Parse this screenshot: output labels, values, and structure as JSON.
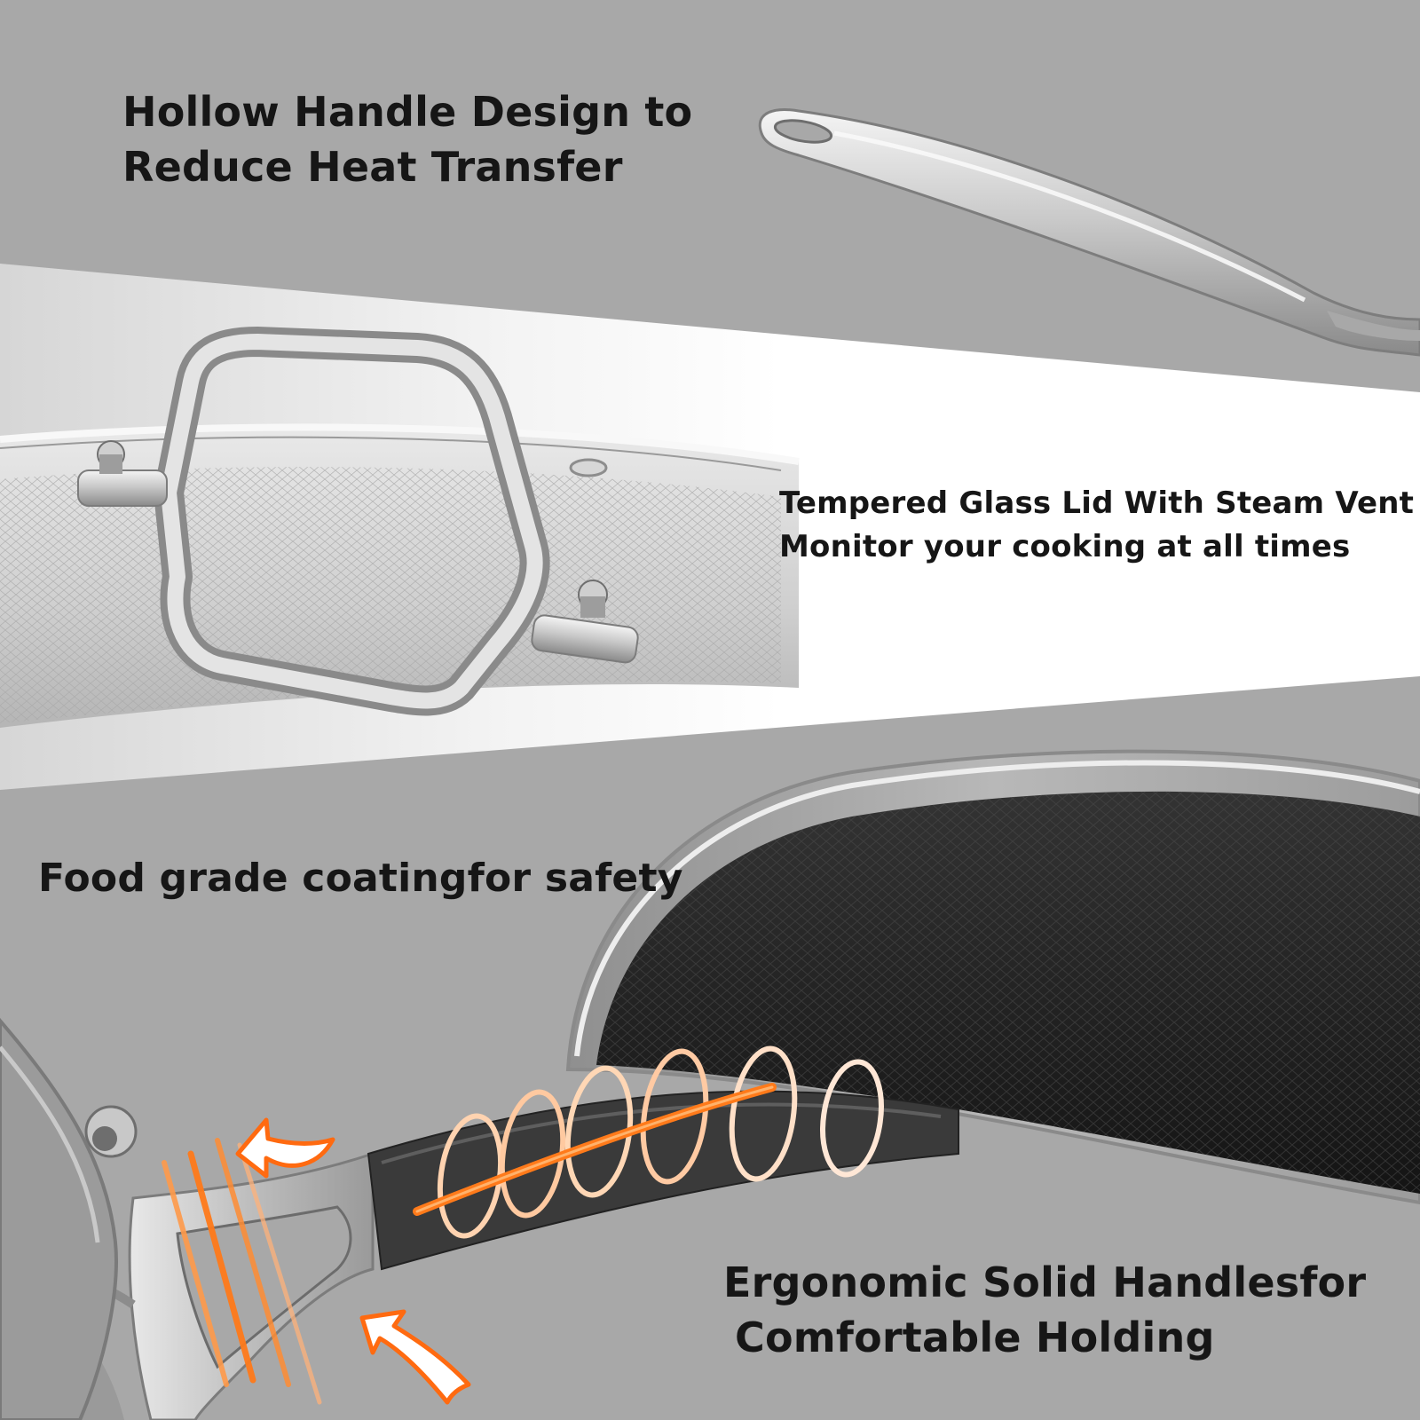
{
  "colors": {
    "background": "#a8a8a8",
    "text": "#161616",
    "steel_light": "#e6e6e6",
    "steel_dark": "#7a7a7a",
    "coating": "#262626",
    "heat_orange": "#ff7a1a"
  },
  "captions": {
    "hollow_handle": {
      "line1": "Hollow Handle Design to",
      "line2": "Reduce Heat Transfer"
    },
    "glass_lid": {
      "line1": "Tempered Glass Lid With Steam Vent",
      "line2": "Monitor your cooking at all times"
    },
    "coating": {
      "line1": "Food grade coatingfor safety"
    },
    "ergonomic": {
      "line1": "Ergonomic Solid Handlesfor",
      "line2": "Comfortable Holding"
    }
  },
  "icons": {
    "hollow_handle": "hollow-handle-icon",
    "lid_handle": "lid-handle-icon",
    "pan": "pan-icon",
    "heat_arrows": "heat-arrow-icon",
    "heat_rings": "heat-ring-icon"
  }
}
